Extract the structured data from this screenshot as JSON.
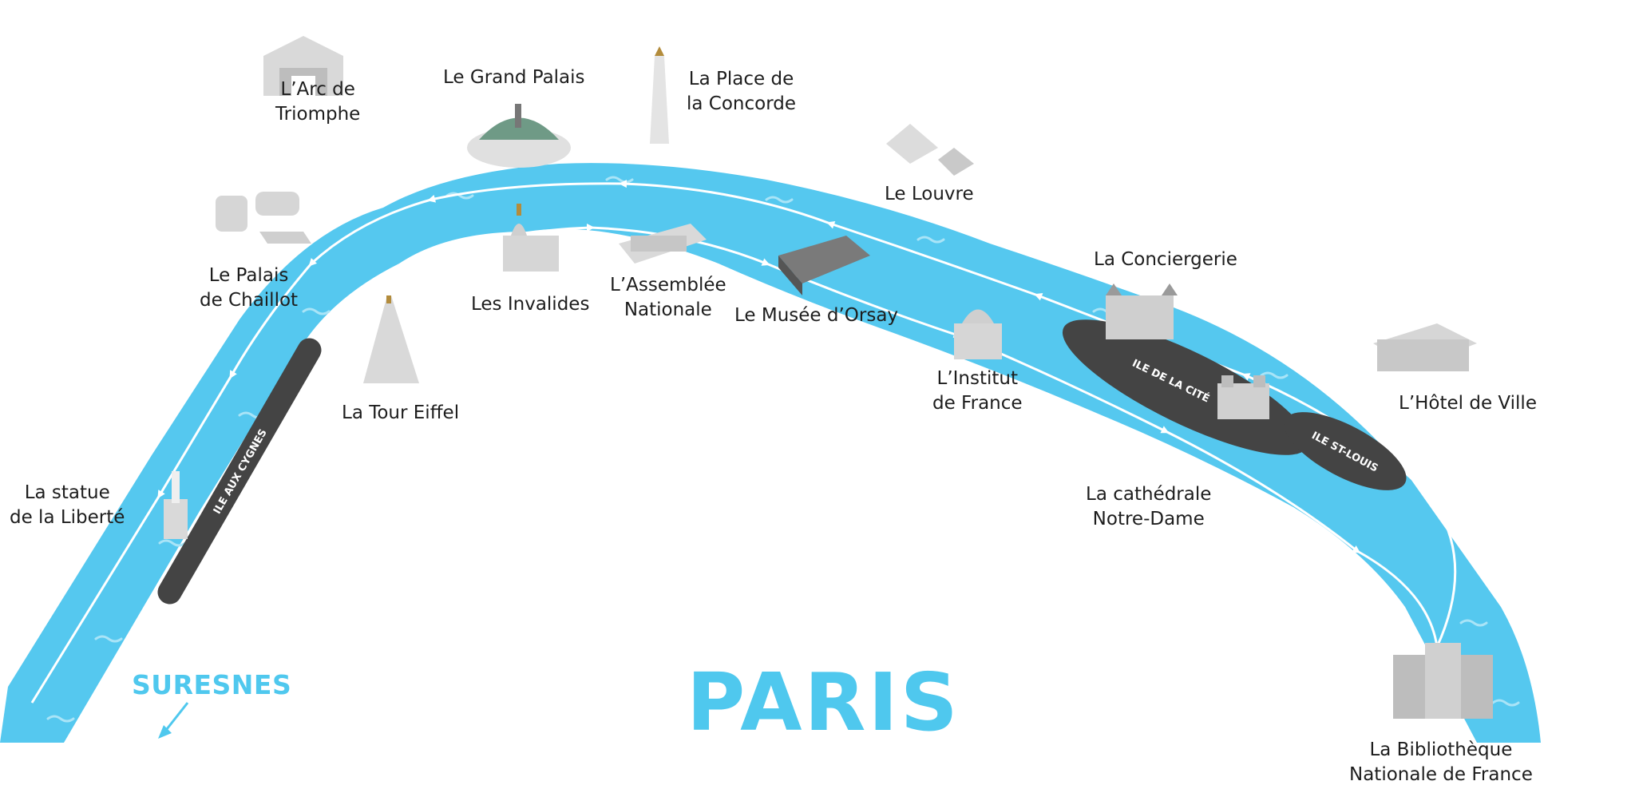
{
  "city_label": "PARIS",
  "direction_label": "SURESNES",
  "colors": {
    "river": "#55c8ef",
    "river_wave": "#a9e4f7",
    "route": "#ffffff",
    "island": "#444444",
    "text": "#1d1d1d",
    "accent": "#4fc8ee"
  },
  "islands": {
    "cygnes": "ILE AUX CYGNES",
    "cite": "ILE DE LA CITÉ",
    "st_louis": "ILE ST-LOUIS"
  },
  "landmarks": {
    "arc": {
      "line1": "L’Arc de",
      "line2": "Triomphe"
    },
    "grand_palais": {
      "line1": "Le Grand Palais"
    },
    "concorde": {
      "line1": "La Place de",
      "line2": "la Concorde"
    },
    "louvre": {
      "line1": "Le Louvre"
    },
    "chaillot": {
      "line1": "Le Palais",
      "line2": "de Chaillot"
    },
    "invalides": {
      "line1": "Les Invalides"
    },
    "assemblee": {
      "line1": "L’Assemblée",
      "line2": "Nationale"
    },
    "orsay": {
      "line1": "Le Musée d’Orsay"
    },
    "conciergerie": {
      "line1": "La Conciergerie"
    },
    "institut": {
      "line1": "L’Institut",
      "line2": "de France"
    },
    "hotel_ville": {
      "line1": "L’Hôtel de Ville"
    },
    "tour_eiffel": {
      "line1": "La Tour Eiffel"
    },
    "liberte": {
      "line1": "La statue",
      "line2": "de la Liberté"
    },
    "notre_dame": {
      "line1": "La cathédrale",
      "line2": "Notre-Dame"
    },
    "bibliotheque": {
      "line1": "La Bibliothèque",
      "line2": "Nationale de France"
    }
  }
}
